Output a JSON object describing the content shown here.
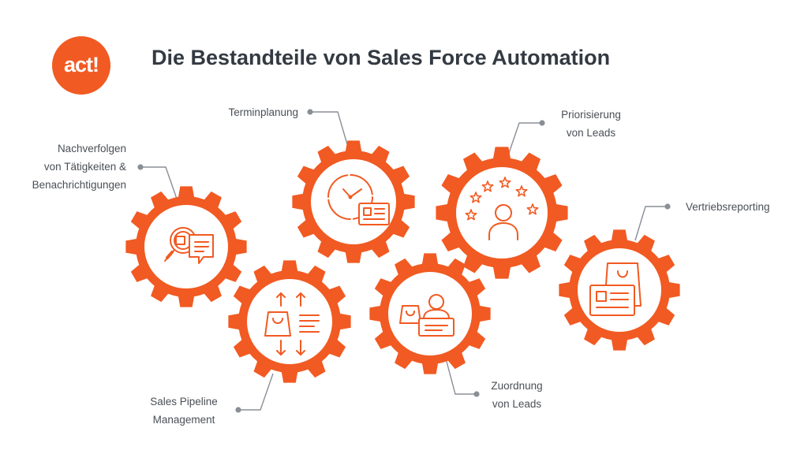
{
  "logo": {
    "text": "act!"
  },
  "title": "Die Bestandteile von Sales Force Automation",
  "colors": {
    "accent": "#F15A22",
    "connector": "#8a8f96",
    "text": "#4a4f55",
    "title": "#333a42"
  },
  "gears": [
    {
      "id": "nachverfolgen",
      "label_lines": [
        "Nachverfolgen",
        "von Tätigkeiten &",
        "Benachrichtigungen"
      ],
      "icon": "magnifier-chat-icon"
    },
    {
      "id": "terminplanung",
      "label_lines": [
        "Terminplanung"
      ],
      "icon": "clock-card-icon"
    },
    {
      "id": "priorisierung",
      "label_lines": [
        "Priorisierung",
        "von Leads"
      ],
      "icon": "stars-person-icon"
    },
    {
      "id": "vertriebsreporting",
      "label_lines": [
        "Vertriebsreporting"
      ],
      "icon": "bag-card-icon"
    },
    {
      "id": "pipeline",
      "label_lines": [
        "Sales Pipeline",
        "Management"
      ],
      "icon": "pipeline-arrows-icon"
    },
    {
      "id": "zuordnung",
      "label_lines": [
        "Zuordnung",
        "von Leads"
      ],
      "icon": "person-desk-bag-icon"
    }
  ]
}
